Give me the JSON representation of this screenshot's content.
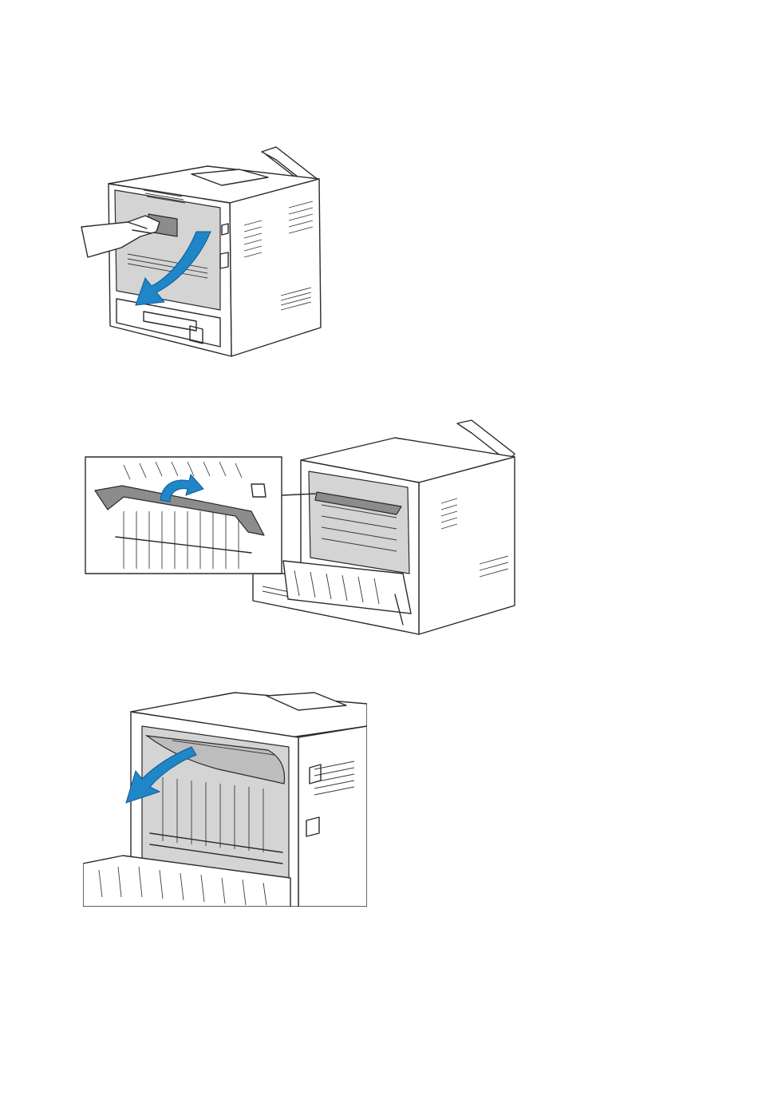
{
  "figures": [
    {
      "id": "open-rear-door",
      "illustration": "printer-rear-door-open-illustration"
    },
    {
      "id": "raise-fuser-guide",
      "illustration": "fuser-guide-lift-illustration"
    },
    {
      "id": "remove-jammed-paper",
      "illustration": "jammed-paper-removal-illustration"
    }
  ],
  "colors": {
    "arrow": "#1f86c8",
    "arrow_outline": "#0b5d93",
    "panel_grey": "#d4d4d4",
    "paper_grey": "#bdbdbd",
    "line": "#2a2a2a"
  }
}
